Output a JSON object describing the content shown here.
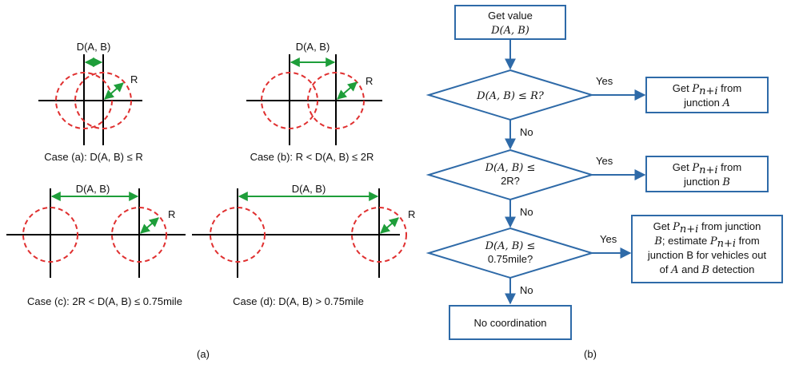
{
  "panel_a": {
    "label": "(a)",
    "dist_label": "D(A, B)",
    "radius_label": "R",
    "cases": [
      {
        "caption": "Case (a): D(A, B) ≤ R"
      },
      {
        "caption": "Case (b): R < D(A, B) ≤ 2R"
      },
      {
        "caption": "Case (c): 2R < D(A, B) ≤ 0.75mile"
      },
      {
        "caption": "Case (d): D(A, B) > 0.75mile"
      }
    ]
  },
  "panel_b": {
    "label": "(b)",
    "start": {
      "line1": "Get value",
      "line2": "D(A, B)"
    },
    "decision1": {
      "text": "D(A, B) ≤ R?"
    },
    "decision2": {
      "line1": "D(A, B) ≤",
      "line2": "2R?"
    },
    "decision3": {
      "line1": "D(A, B) ≤",
      "line2": "0.75mile?"
    },
    "yes_label": "Yes",
    "no_label": "No",
    "action1": {
      "line1_a": "Get ",
      "line1_b": "P",
      "line1_sub": "n+i",
      "line1_c": " from",
      "line2_a": "junction ",
      "line2_b": "A"
    },
    "action2": {
      "line1_a": "Get ",
      "line1_b": "P",
      "line1_sub": "n+i",
      "line1_c": " from",
      "line2_a": "junction ",
      "line2_b": "B"
    },
    "action3": {
      "line1_a": "Get ",
      "line1_b": "P",
      "line1_sub": "n+i",
      "line1_c": " from junction",
      "line2_a": "B",
      "line2_b": "; estimate ",
      "line2_c": "P",
      "line2_sub": "n+i",
      "line2_d": " from",
      "line3": "junction B for vehicles out",
      "line4_a": "of ",
      "line4_b": "A",
      "line4_c": " and ",
      "line4_d": "B",
      "line4_e": " detection"
    },
    "end": {
      "text": "No coordination"
    }
  },
  "colors": {
    "flow_blue": "#2e6aa8",
    "circle_red": "#e03030",
    "arrow_green": "#1e9e3a",
    "road_black": "#000000"
  }
}
